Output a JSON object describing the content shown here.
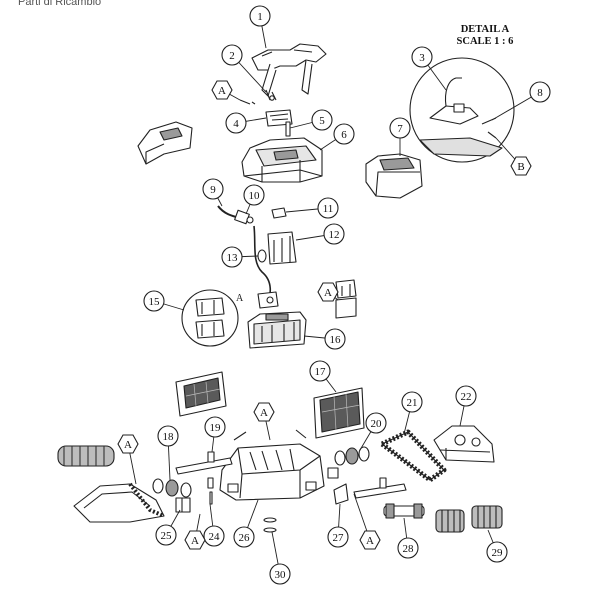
{
  "header": {
    "text": "Parti di Ricambio"
  },
  "detail": {
    "title": "DETAIL A",
    "scale": "SCALE 1 : 6"
  },
  "callouts": [
    "1",
    "2",
    "3",
    "4",
    "5",
    "6",
    "7",
    "8",
    "9",
    "10",
    "11",
    "12",
    "13",
    "15",
    "16",
    "17",
    "18",
    "19",
    "20",
    "21",
    "22",
    "24",
    "25",
    "26",
    "27",
    "28",
    "29",
    "30"
  ],
  "letter_callouts": [
    "A",
    "A",
    "A",
    "A",
    "A",
    "A",
    "B"
  ],
  "inline_labels": [
    "A"
  ],
  "colors": {
    "line": "#222222",
    "fill": "#ffffff",
    "shade": "#bdbdbd",
    "dark": "#555555"
  }
}
